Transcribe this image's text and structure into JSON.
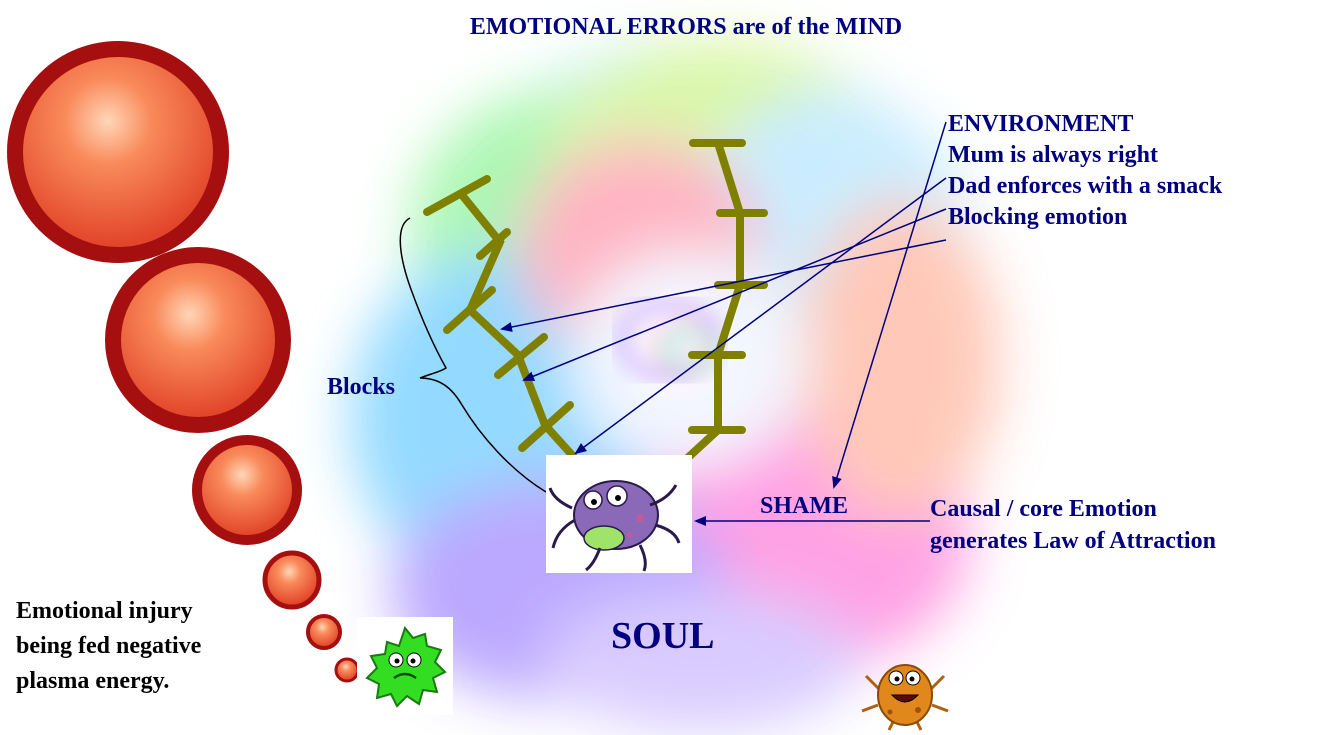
{
  "title": "EMOTIONAL ERRORS are of the MIND",
  "environment": {
    "heading": "ENVIRONMENT",
    "items": [
      "Mum is always right",
      "Dad enforces with a smack",
      "Blocking emotion"
    ]
  },
  "blocks_label": "Blocks",
  "shame_label": "SHAME",
  "causal": {
    "line1": "Causal / core Emotion",
    "line2": "generates Law of Attraction"
  },
  "soul_label": "SOUL",
  "injury": {
    "line1": "Emotional injury",
    "line2": "being fed negative",
    "line3": "plasma energy."
  },
  "colors": {
    "text_primary": "#000080",
    "text_secondary": "#000000",
    "block_bars": "#808000",
    "arrows": "#000080",
    "bubble_outer": "#a50f0f",
    "bubble_inner": "#f06a3a",
    "shame_creature": "#8a6ab8",
    "green_creature": "#33dd22",
    "orange_creature": "#e0881c"
  },
  "icons": [
    "thought-bubble",
    "purple-monster-icon",
    "green-germ-icon",
    "orange-germ-icon",
    "block-bar"
  ]
}
